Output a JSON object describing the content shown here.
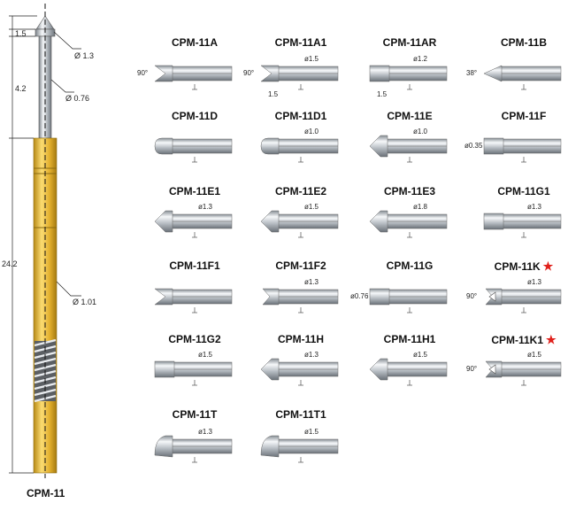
{
  "probe": {
    "title": "CPM-11",
    "dims": {
      "tip_length": "1.5",
      "plunger_length": "4.2",
      "overall_length": "24.2",
      "tip_dia": "Ø 1.3",
      "plunger_dia": "Ø 0.76",
      "barrel_dia": "Ø 1.01"
    }
  },
  "tips": [
    {
      "code": "CPM-11A",
      "star": false,
      "labels": [
        "90°"
      ]
    },
    {
      "code": "CPM-11A1",
      "star": false,
      "labels": [
        "90°",
        "ø1.5",
        "1.5"
      ]
    },
    {
      "code": "CPM-11AR",
      "star": false,
      "labels": [
        "ø1.2",
        "1.5"
      ]
    },
    {
      "code": "CPM-11B",
      "star": false,
      "labels": [
        "38°"
      ]
    },
    {
      "code": "CPM-11D",
      "star": false,
      "labels": []
    },
    {
      "code": "CPM-11D1",
      "star": false,
      "labels": [
        "ø1.0"
      ]
    },
    {
      "code": "CPM-11E",
      "star": false,
      "labels": [
        "ø1.0"
      ]
    },
    {
      "code": "CPM-11F",
      "star": false,
      "labels": [
        "ø0.35"
      ]
    },
    {
      "code": "CPM-11E1",
      "star": false,
      "labels": [
        "ø1.3"
      ]
    },
    {
      "code": "CPM-11E2",
      "star": false,
      "labels": [
        "ø1.5"
      ]
    },
    {
      "code": "CPM-11E3",
      "star": false,
      "labels": [
        "ø1.8"
      ]
    },
    {
      "code": "CPM-11G1",
      "star": false,
      "labels": [
        "ø1.3"
      ]
    },
    {
      "code": "CPM-11F1",
      "star": false,
      "labels": []
    },
    {
      "code": "CPM-11F2",
      "star": false,
      "labels": [
        "ø1.3"
      ]
    },
    {
      "code": "CPM-11G",
      "star": false,
      "labels": [
        "ø0.76"
      ]
    },
    {
      "code": "CPM-11K",
      "star": true,
      "labels": [
        "90°",
        "ø1.3"
      ]
    },
    {
      "code": "CPM-11G2",
      "star": false,
      "labels": [
        "ø1.5"
      ]
    },
    {
      "code": "CPM-11H",
      "star": false,
      "labels": [
        "ø1.3"
      ]
    },
    {
      "code": "CPM-11H1",
      "star": false,
      "labels": [
        "ø1.5"
      ]
    },
    {
      "code": "CPM-11K1",
      "star": true,
      "labels": [
        "90°",
        "ø1.5"
      ]
    },
    {
      "code": "CPM-11T",
      "star": false,
      "labels": [
        "ø1.3"
      ]
    },
    {
      "code": "CPM-11T1",
      "star": false,
      "labels": [
        "ø1.5"
      ]
    }
  ],
  "colors": {
    "barrel_gold": "#e8b83a",
    "steel": "#b9bec4",
    "star_red": "#e0201b"
  }
}
